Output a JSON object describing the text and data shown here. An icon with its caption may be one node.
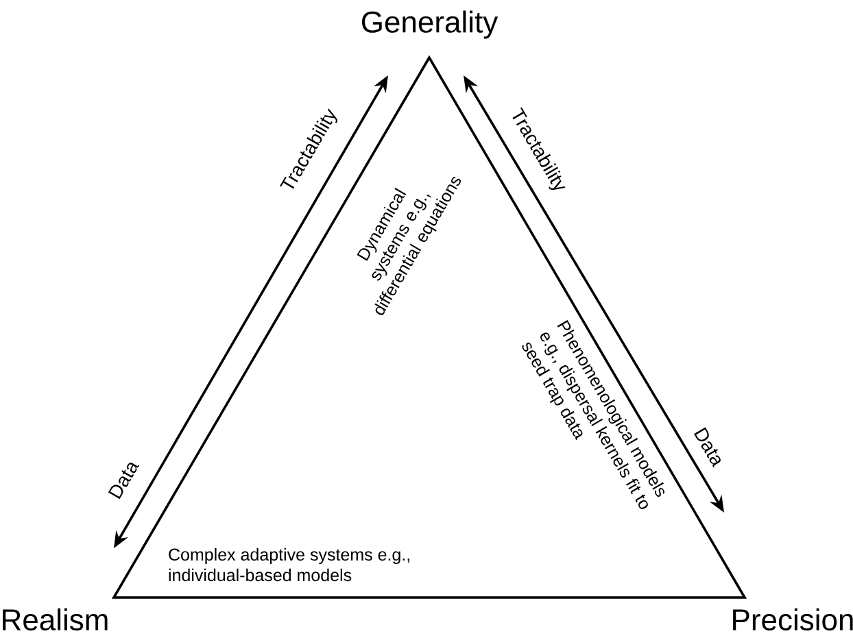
{
  "diagram": {
    "nodes": [
      {
        "text": [
          "Dynamical systems e.g., differential equations",
          "Phenomenological models e.g., dispersal kernels fit to seed trap data",
          "Complex adaptive systems e.g., individual-based models"
        ]
      }
    ],
    "labels": [
      "Generality",
      "Tractability",
      "Tractability",
      "Data",
      "Data",
      "Realism",
      "Precision"
    ]
  }
}
